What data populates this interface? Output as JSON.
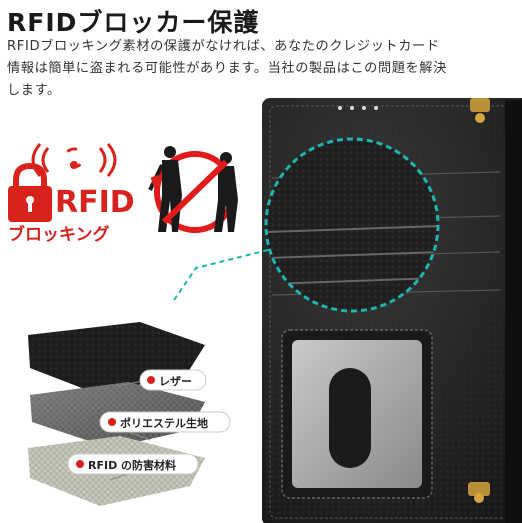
{
  "heading": "RFIDブロッカー保護",
  "description": [
    "RFIDブロッキング素材の保護がなければ、あなたのクレジットカード",
    "情報は簡単に盗まれる可能性があります。当社の製品はこの問題を解決",
    "します。"
  ],
  "badge": {
    "rfid": "RFID",
    "caption": "ブロッキング"
  },
  "layers": [
    {
      "label": "レザー"
    },
    {
      "label": "ポリエステル生地"
    },
    {
      "label": "RFID の防害材料"
    }
  ],
  "colors": {
    "accent_red": "#d9221c",
    "leather": "#1c1c1c",
    "callout_teal": "#1fb5b0"
  }
}
